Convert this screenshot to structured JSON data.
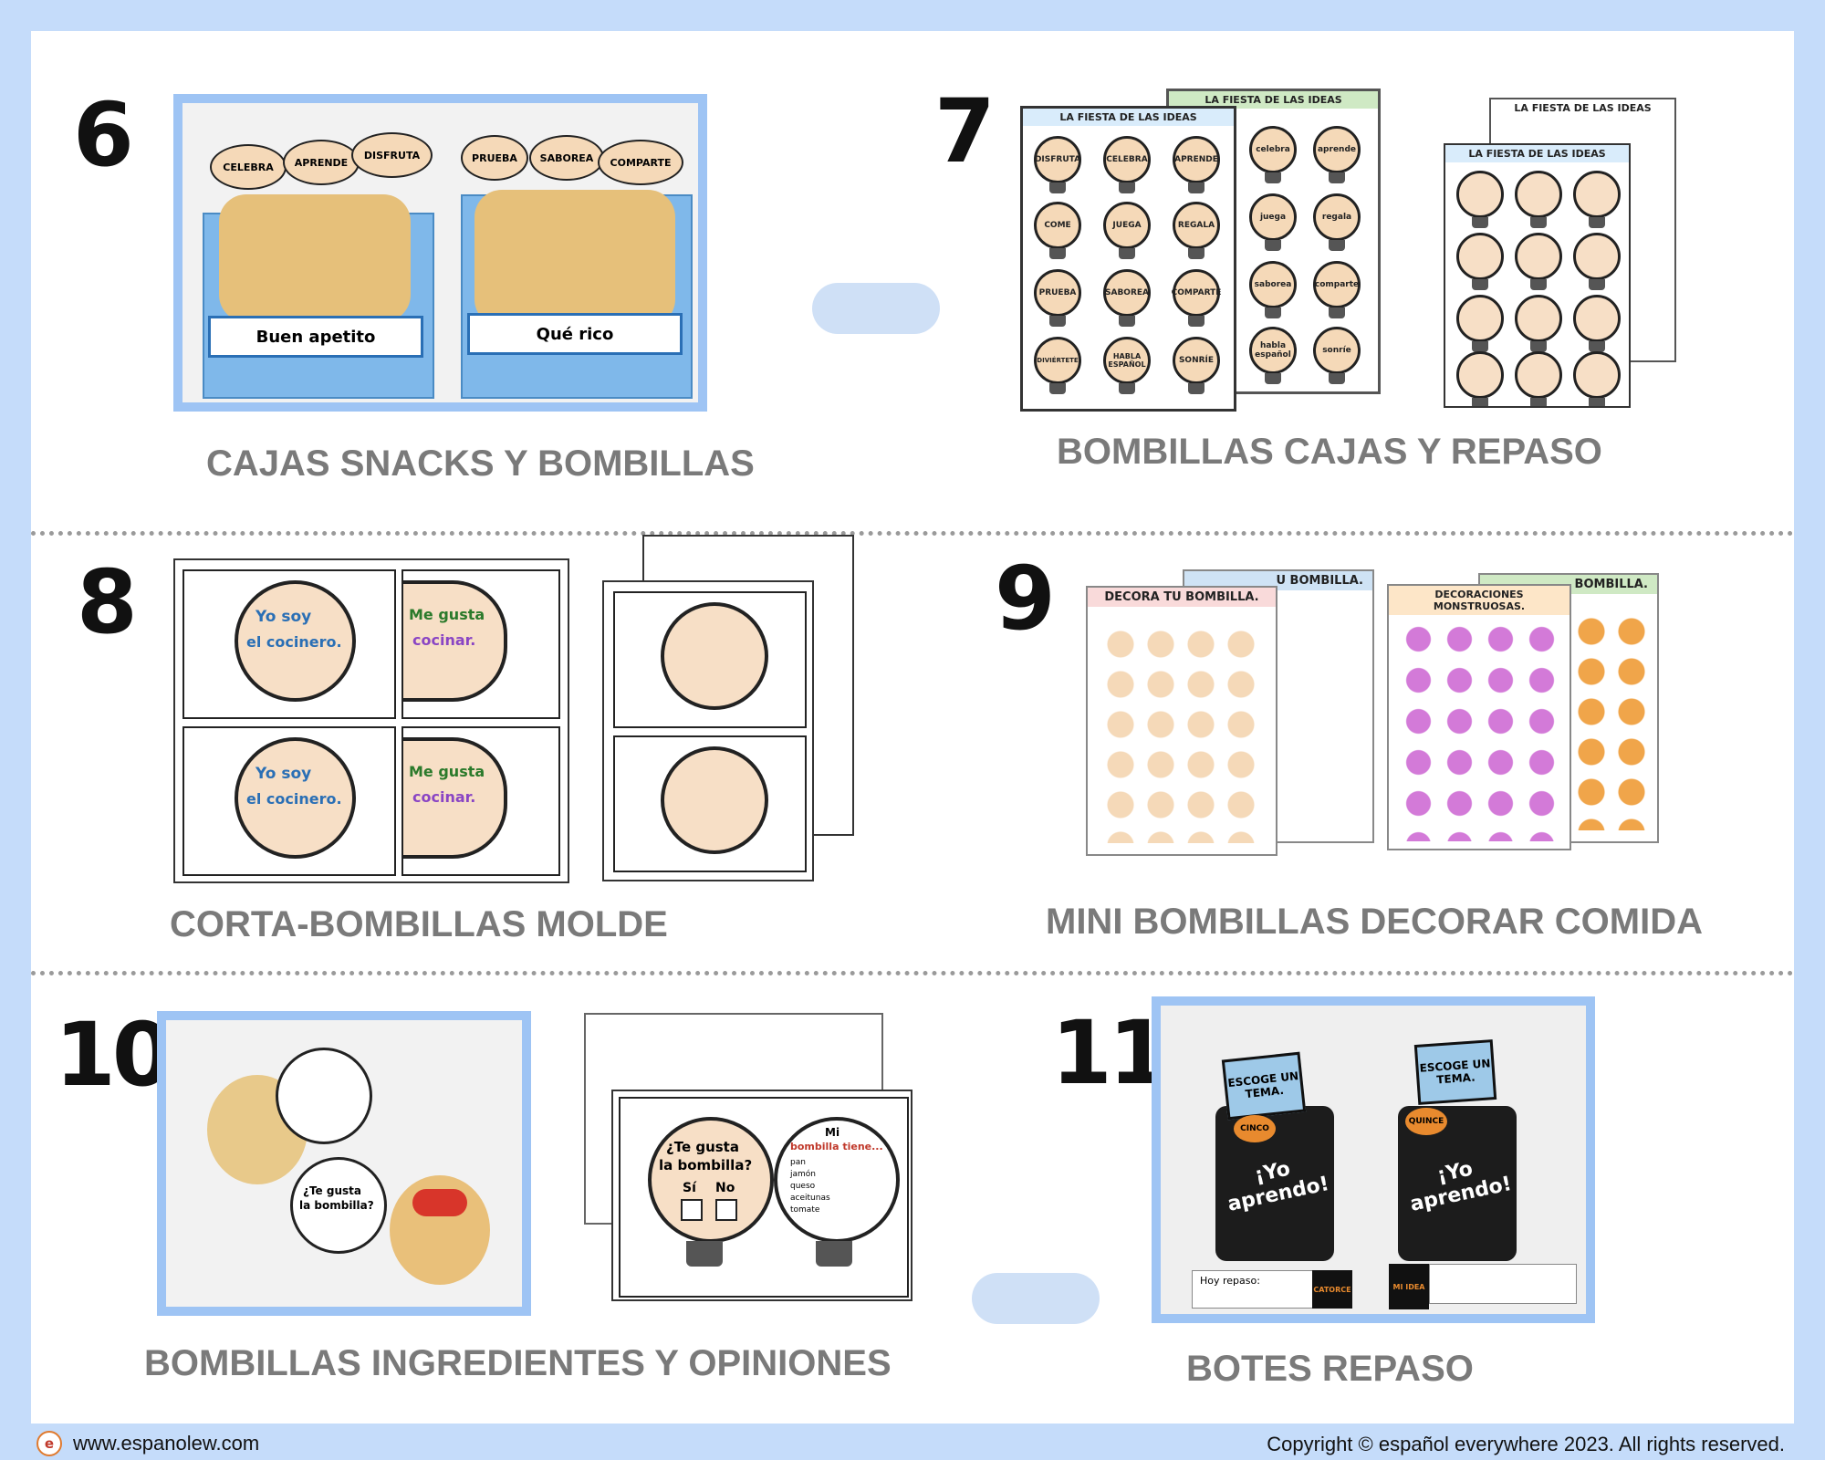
{
  "sections": [
    {
      "number": "6",
      "caption": "CAJAS SNACKS Y BOMBILLAS",
      "photo": {
        "tags_left": [
          "CELEBRA",
          "APRENDE",
          "DISFRUTA"
        ],
        "tags_right": [
          "PRUEBA",
          "SABOREA",
          "COMPARTE"
        ],
        "label_left": "Buen apetito",
        "label_right": "Qué rico"
      }
    },
    {
      "number": "7",
      "caption": "BOMBILLAS CAJAS Y REPASO",
      "sheets": {
        "header": "LA FIESTA DE LAS IDEAS",
        "bulbs_front": [
          "DISFRUTA",
          "CELEBRA",
          "APRENDE",
          "COME",
          "JUEGA",
          "REGALA",
          "PRUEBA",
          "SABOREA",
          "COMPARTE",
          "DIVIÉRTETE",
          "HABLA ESPAÑOL",
          "SONRÍE"
        ],
        "bulbs_back": [
          "celebra",
          "aprende",
          "juega",
          "regala",
          "saborea",
          "comparte",
          "habla español",
          "sonríe"
        ]
      }
    },
    {
      "number": "8",
      "caption": "CORTA-BOMBILLAS MOLDE",
      "cards": {
        "card_a_1": "Yo soy",
        "card_a_2": "el cocinero.",
        "card_b_1": "Me gusta",
        "card_b_2": "cocinar."
      }
    },
    {
      "number": "9",
      "caption": "MINI BOMBILLAS DECORAR COMIDA",
      "sheets": {
        "header_a": "DECORA TU BOMBILLA.",
        "header_a_back": "U BOMBILLA.",
        "header_b": "DECORACIONES MONSTRUOSAS.",
        "header_b_back": "BOMBILLA."
      }
    },
    {
      "number": "10",
      "caption": "BOMBILLAS INGREDIENTES Y OPINIONES",
      "sheet": {
        "q1_a": "¿Te gusta",
        "q1_b": "la bombilla?",
        "yes": "Sí",
        "no": "No",
        "q2_a": "Mi",
        "q2_b": "bombilla tiene...",
        "items": [
          "pan",
          "jamón",
          "queso",
          "aceitunas",
          "tomate"
        ]
      }
    },
    {
      "number": "11",
      "caption": "BOTES REPASO",
      "photo": {
        "sign_left": "ESCOGE UN TEMA.",
        "sign_right": "ESCOGE UN TEMA.",
        "can_left": "¡Yo aprendo!",
        "can_right": "¡Yo aprendo!",
        "strip_text": "Hoy repaso:",
        "strip_tag_1": "CATORCE",
        "strip_tag_2": "MI IDEA",
        "stick_1": "CINCO",
        "stick_2": "QUINCE"
      }
    }
  ],
  "footer": {
    "logo": "e",
    "url": "www.espanolew.com",
    "copyright": "Copyright © español everywhere 2023. All rights reserved."
  },
  "colors": {
    "frame": "#c5dcfa",
    "photo_border": "#9ec4f4",
    "caption": "#7a7a7a"
  }
}
